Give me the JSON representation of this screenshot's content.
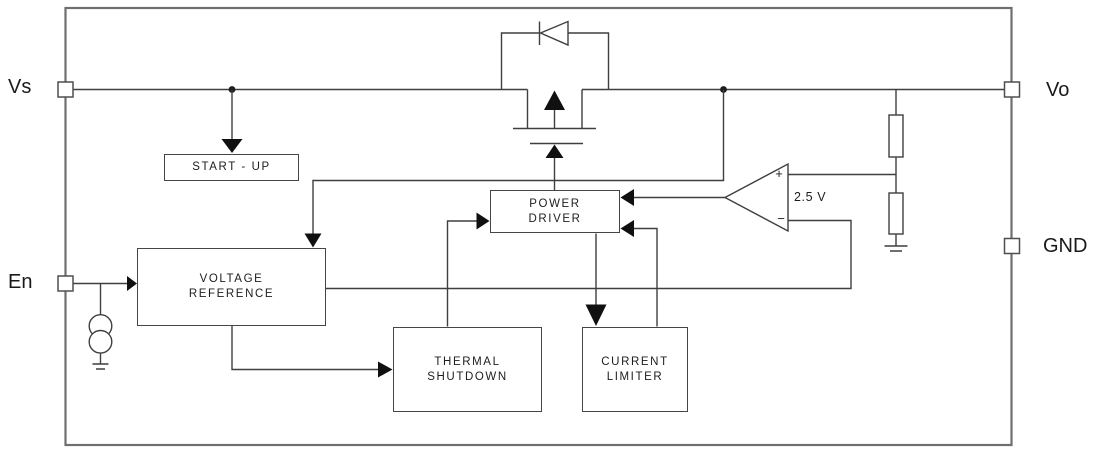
{
  "pins": {
    "vs": "Vs",
    "en": "En",
    "vo": "Vo",
    "gnd": "GND"
  },
  "blocks": {
    "startup": {
      "lines": [
        "START - UP"
      ]
    },
    "voltage_reference": {
      "lines": [
        "VOLTAGE",
        "REFERENCE"
      ]
    },
    "thermal_shutdown": {
      "lines": [
        "THERMAL",
        "SHUTDOWN"
      ]
    },
    "power_driver": {
      "lines": [
        "POWER",
        "DRIVER"
      ]
    },
    "current_limiter": {
      "lines": [
        "CURRENT",
        "LIMITER"
      ]
    }
  },
  "amplifier": {
    "reference_voltage": "2.5 V",
    "noninverting_input": "+",
    "inverting_input": "−"
  },
  "colors": {
    "wire": "#3f3f3f",
    "outer_border": "#6f6f6f",
    "box_border": "#454545",
    "arrow_fill": "#101010",
    "text": "#1d1d1d",
    "background": "#ffffff"
  }
}
